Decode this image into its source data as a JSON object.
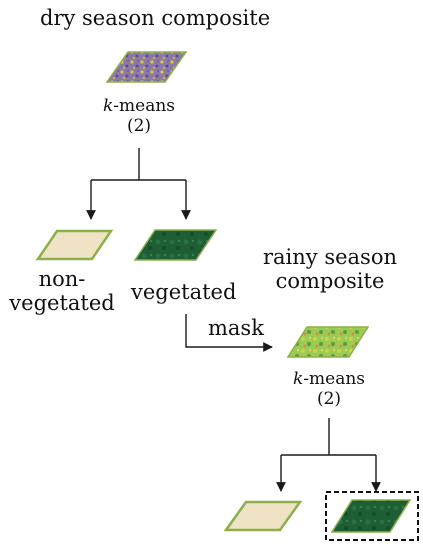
{
  "diagram": {
    "dry_title": "dry season composite",
    "kmeans_top": {
      "k": "k",
      "rest": "-means",
      "n": "(2)"
    },
    "non_vegetated_line1": "non-",
    "non_vegetated_line2": "vegetated",
    "vegetated": "vegetated",
    "mask": "mask",
    "rainy_line1": "rainy season",
    "rainy_line2": "composite",
    "kmeans_bottom": {
      "k": "k",
      "rest": "-means",
      "n": "(2)"
    }
  },
  "colors": {
    "arrow": "#1a1a1a",
    "parallelogram_border": "#8ab04a",
    "non_vegetated_fill": "#efe2c5",
    "vegetated_fill": "#1e5e35",
    "rainy_fill": "#9acb55",
    "dry_fill": "#8c79a8",
    "selection_box": "#111111"
  }
}
